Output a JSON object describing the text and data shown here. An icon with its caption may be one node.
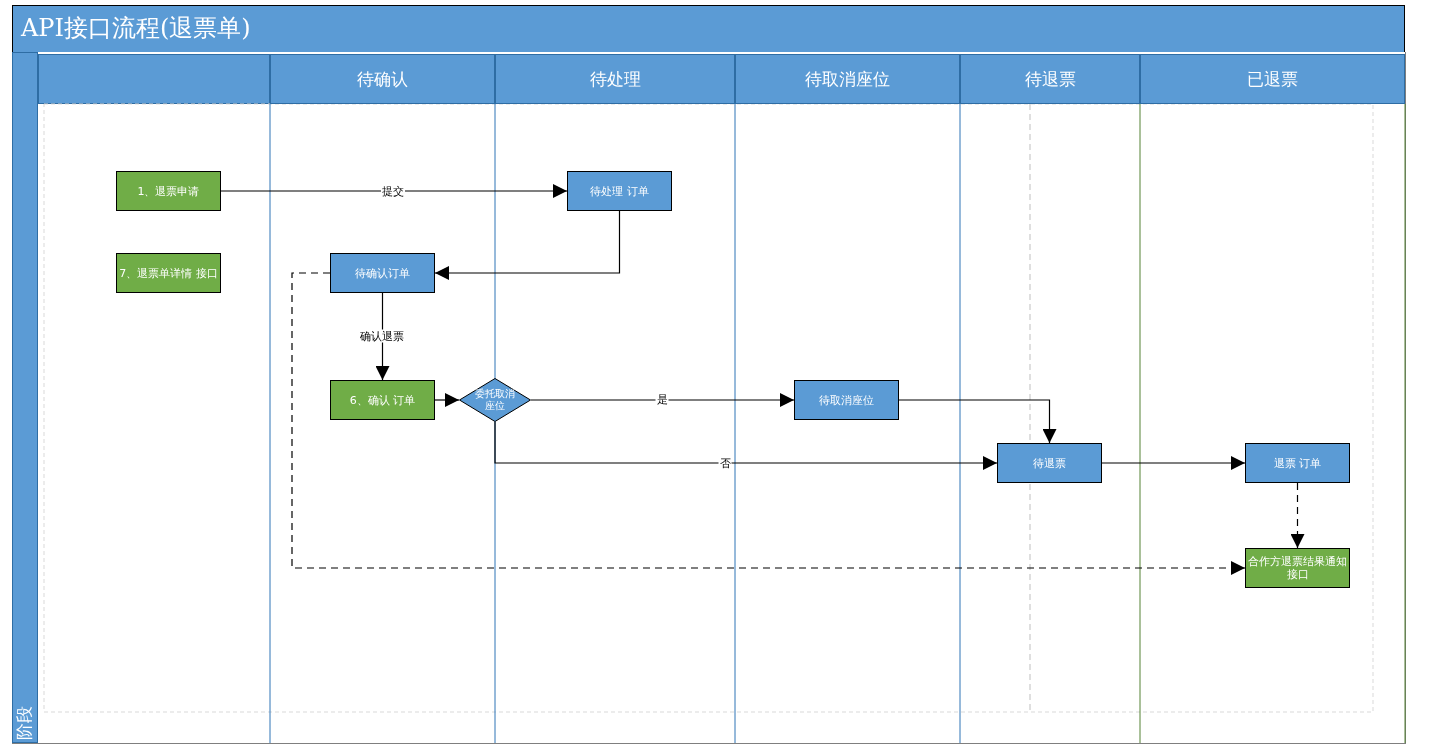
{
  "diagram": {
    "title": "API接口流程(退票单)",
    "nodes": [
      {
        "text": [
          "阶段"
        ]
      },
      {
        "text": [
          "待确认"
        ]
      },
      {
        "text": [
          "待处理"
        ]
      },
      {
        "text": [
          "待取消座位"
        ]
      },
      {
        "text": [
          "待退票"
        ]
      },
      {
        "text": [
          "已退票"
        ]
      },
      {
        "text": [
          "1、退票申请"
        ]
      },
      {
        "text": [
          "待处理 订单"
        ]
      },
      {
        "text": [
          "7、退票单详情 接口"
        ]
      },
      {
        "text": [
          "待确认订单"
        ]
      },
      {
        "text": [
          "6、确认 订单"
        ]
      },
      {
        "text": [
          "委托取消座位"
        ]
      },
      {
        "text": [
          "待取消座位"
        ]
      },
      {
        "text": [
          "待退票"
        ]
      },
      {
        "text": [
          "退票 订单"
        ]
      },
      {
        "text": [
          "合作方退票结果通知接口"
        ]
      }
    ],
    "edges": [
      {
        "from": 6,
        "to": 7,
        "arrow": "to",
        "label": "提交"
      },
      {
        "from": 7,
        "to": 9,
        "arrow": "to"
      },
      {
        "from": 9,
        "to": 10,
        "arrow": "to",
        "label": "确认退票"
      },
      {
        "from": 10,
        "to": 11,
        "arrow": "to"
      },
      {
        "from": 11,
        "to": 12,
        "arrow": "to",
        "label": "是"
      },
      {
        "from": 12,
        "to": 13,
        "arrow": "to"
      },
      {
        "from": 11,
        "to": 13,
        "arrow": "to",
        "label": "否"
      },
      {
        "from": 13,
        "to": 14,
        "arrow": "to"
      },
      {
        "from": 14,
        "to": 15,
        "arrow": "to",
        "style": "dashed"
      },
      {
        "from": 9,
        "to": 15,
        "arrow": "to",
        "style": "dashed"
      }
    ]
  }
}
